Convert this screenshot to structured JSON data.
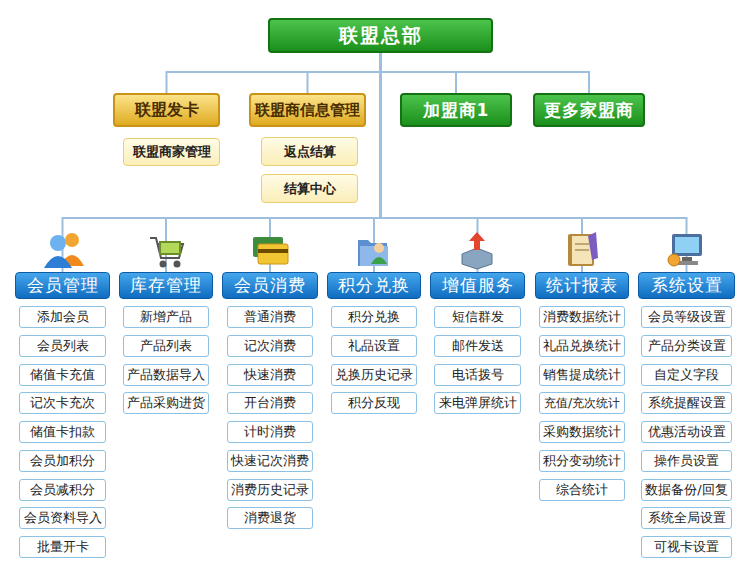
{
  "diagram": {
    "nodes": [
      {
        "text": [
          "联盟总部"
        ]
      },
      {
        "text": [
          "联盟发卡"
        ]
      },
      {
        "text": [
          "联盟商信息管理"
        ]
      },
      {
        "text": [
          "加盟商1"
        ]
      },
      {
        "text": [
          "更多家盟商"
        ]
      },
      {
        "text": [
          "联盟商家管理"
        ]
      },
      {
        "text": [
          "返点结算"
        ]
      },
      {
        "text": [
          "结算中心"
        ]
      },
      {
        "text": [
          "会员管理"
        ]
      },
      {
        "text": [
          "添加会员"
        ]
      },
      {
        "text": [
          "会员列表"
        ]
      },
      {
        "text": [
          "储值卡充值"
        ]
      },
      {
        "text": [
          "记次卡充次"
        ]
      },
      {
        "text": [
          "储值卡扣款"
        ]
      },
      {
        "text": [
          "会员加积分"
        ]
      },
      {
        "text": [
          "会员减积分"
        ]
      },
      {
        "text": [
          "会员资料导入"
        ]
      },
      {
        "text": [
          "批量开卡"
        ]
      },
      {
        "text": [
          "库存管理"
        ]
      },
      {
        "text": [
          "新增产品"
        ]
      },
      {
        "text": [
          "产品列表"
        ]
      },
      {
        "text": [
          "产品数据导入"
        ]
      },
      {
        "text": [
          "产品采购进货"
        ]
      },
      {
        "text": [
          "会员消费"
        ]
      },
      {
        "text": [
          "普通消费"
        ]
      },
      {
        "text": [
          "记次消费"
        ]
      },
      {
        "text": [
          "快速消费"
        ]
      },
      {
        "text": [
          "开台消费"
        ]
      },
      {
        "text": [
          "计时消费"
        ]
      },
      {
        "text": [
          "快速记次消费"
        ]
      },
      {
        "text": [
          "消费历史记录"
        ]
      },
      {
        "text": [
          "消费退货"
        ]
      },
      {
        "text": [
          "积分兑换"
        ]
      },
      {
        "text": [
          "积分兑换"
        ]
      },
      {
        "text": [
          "礼品设置"
        ]
      },
      {
        "text": [
          "兑换历史记录"
        ]
      },
      {
        "text": [
          "积分反现"
        ]
      },
      {
        "text": [
          "增值服务"
        ]
      },
      {
        "text": [
          "短信群发"
        ]
      },
      {
        "text": [
          "邮件发送"
        ]
      },
      {
        "text": [
          "电话拨号"
        ]
      },
      {
        "text": [
          "来电弹屏统计"
        ]
      },
      {
        "text": [
          "统计报表"
        ]
      },
      {
        "text": [
          "消费数据统计"
        ]
      },
      {
        "text": [
          "礼品兑换统计"
        ]
      },
      {
        "text": [
          "销售提成统计"
        ]
      },
      {
        "text": [
          "充值/充次统计"
        ]
      },
      {
        "text": [
          "采购数据统计"
        ]
      },
      {
        "text": [
          "积分变动统计"
        ]
      },
      {
        "text": [
          "综合统计"
        ]
      },
      {
        "text": [
          "系统设置"
        ]
      },
      {
        "text": [
          "会员等级设置"
        ]
      },
      {
        "text": [
          "产品分类设置"
        ]
      },
      {
        "text": [
          "自定义字段"
        ]
      },
      {
        "text": [
          "系统提醒设置"
        ]
      },
      {
        "text": [
          "优惠活动设置"
        ]
      },
      {
        "text": [
          "操作员设置"
        ]
      },
      {
        "text": [
          "数据备份/回复"
        ]
      },
      {
        "text": [
          "系统全局设置"
        ]
      },
      {
        "text": [
          "可视卡设置"
        ]
      }
    ],
    "edges": [
      {
        "from": 0,
        "to": 1,
        "arrow": "none"
      },
      {
        "from": 0,
        "to": 2,
        "arrow": "none"
      },
      {
        "from": 0,
        "to": 3,
        "arrow": "none"
      },
      {
        "from": 0,
        "to": 4,
        "arrow": "none"
      },
      {
        "from": 0,
        "to": 8,
        "arrow": "none"
      },
      {
        "from": 0,
        "to": 18,
        "arrow": "none"
      },
      {
        "from": 0,
        "to": 23,
        "arrow": "none"
      },
      {
        "from": 0,
        "to": 32,
        "arrow": "none"
      },
      {
        "from": 0,
        "to": 37,
        "arrow": "none"
      },
      {
        "from": 0,
        "to": 42,
        "arrow": "none"
      },
      {
        "from": 0,
        "to": 50,
        "arrow": "none"
      }
    ]
  }
}
